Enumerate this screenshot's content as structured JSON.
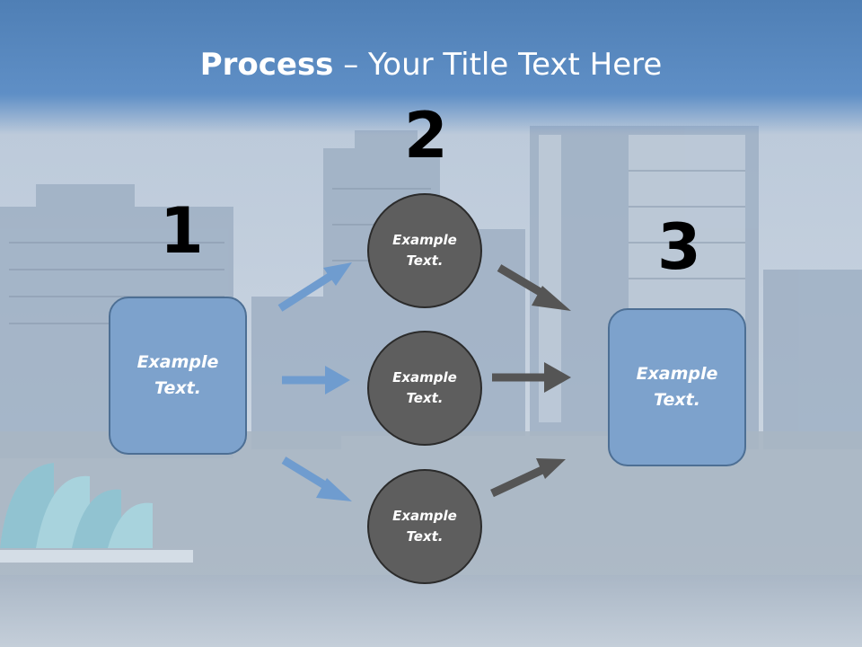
{
  "title": {
    "bold": "Process",
    "rest": " – Your Title Text Here"
  },
  "steps": {
    "one": {
      "number": "1"
    },
    "two": {
      "number": "2"
    },
    "three": {
      "number": "3"
    }
  },
  "boxes": {
    "left": "Example\nText.",
    "right": "Example\nText."
  },
  "circles": {
    "top": "Example\nText.",
    "middle": "Example\nText.",
    "bottom": "Example\nText."
  },
  "colors": {
    "header": "#4f7fb5",
    "box_fill": "#7da2cc",
    "circle_fill": "#5e5e5e",
    "arrow_blue": "#6f9ccf",
    "arrow_gray": "#555555"
  }
}
